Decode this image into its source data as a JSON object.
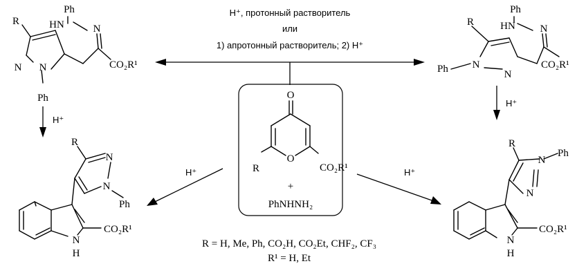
{
  "conditions_top": {
    "line1": "H⁺, протонный растворитель",
    "line2": "или",
    "line3": "1) апротонный растворитель; 2) H⁺"
  },
  "reagents": {
    "hplus": "H⁺",
    "plus": "+",
    "phenylhydrazine": "PhNHNH₂"
  },
  "legend": {
    "r_line": "R = H, Me, Ph, CO₂H, CO₂Et, CHF₂, CF₃",
    "r1_line": "R¹ = H, Et"
  },
  "atoms": {
    "R": "R",
    "Ph": "Ph",
    "N": "N",
    "HN": "HN",
    "H": "H",
    "O": "O",
    "CO2R1": "CO₂R¹"
  }
}
